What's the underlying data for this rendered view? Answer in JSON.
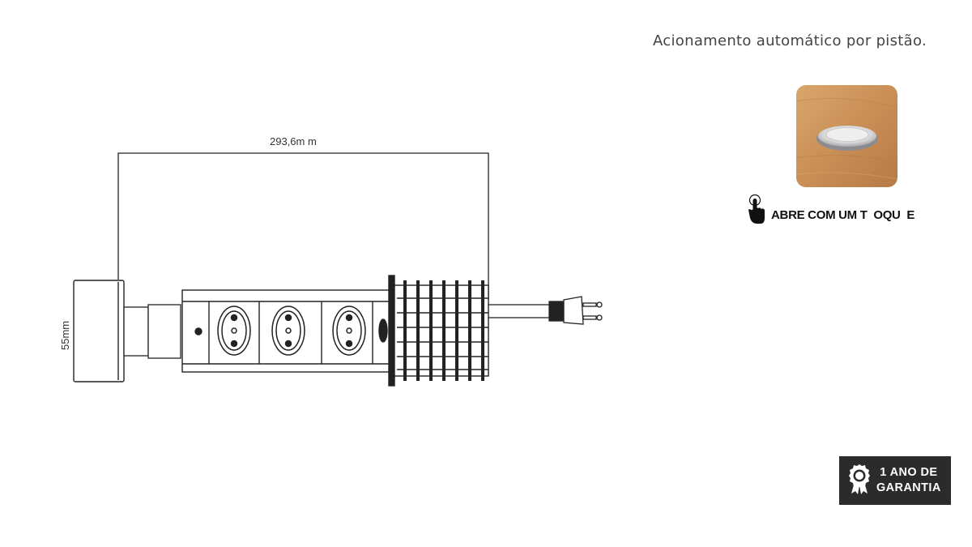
{
  "header": {
    "tagline": "Acionamento automático por pistão."
  },
  "touch": {
    "label": "ABRE COM UM T  OQU  E",
    "icon": "hand-pointer-icon"
  },
  "warranty": {
    "line1": "1 ANO DE",
    "line2": "GARANTIA",
    "icon": "award-seal-icon"
  },
  "dimensions": {
    "length_label": "293,6m  m",
    "height_label": "55mm"
  },
  "colors": {
    "wood": "#c98f55",
    "badge": "#2b2b2b",
    "line": "#222222"
  }
}
